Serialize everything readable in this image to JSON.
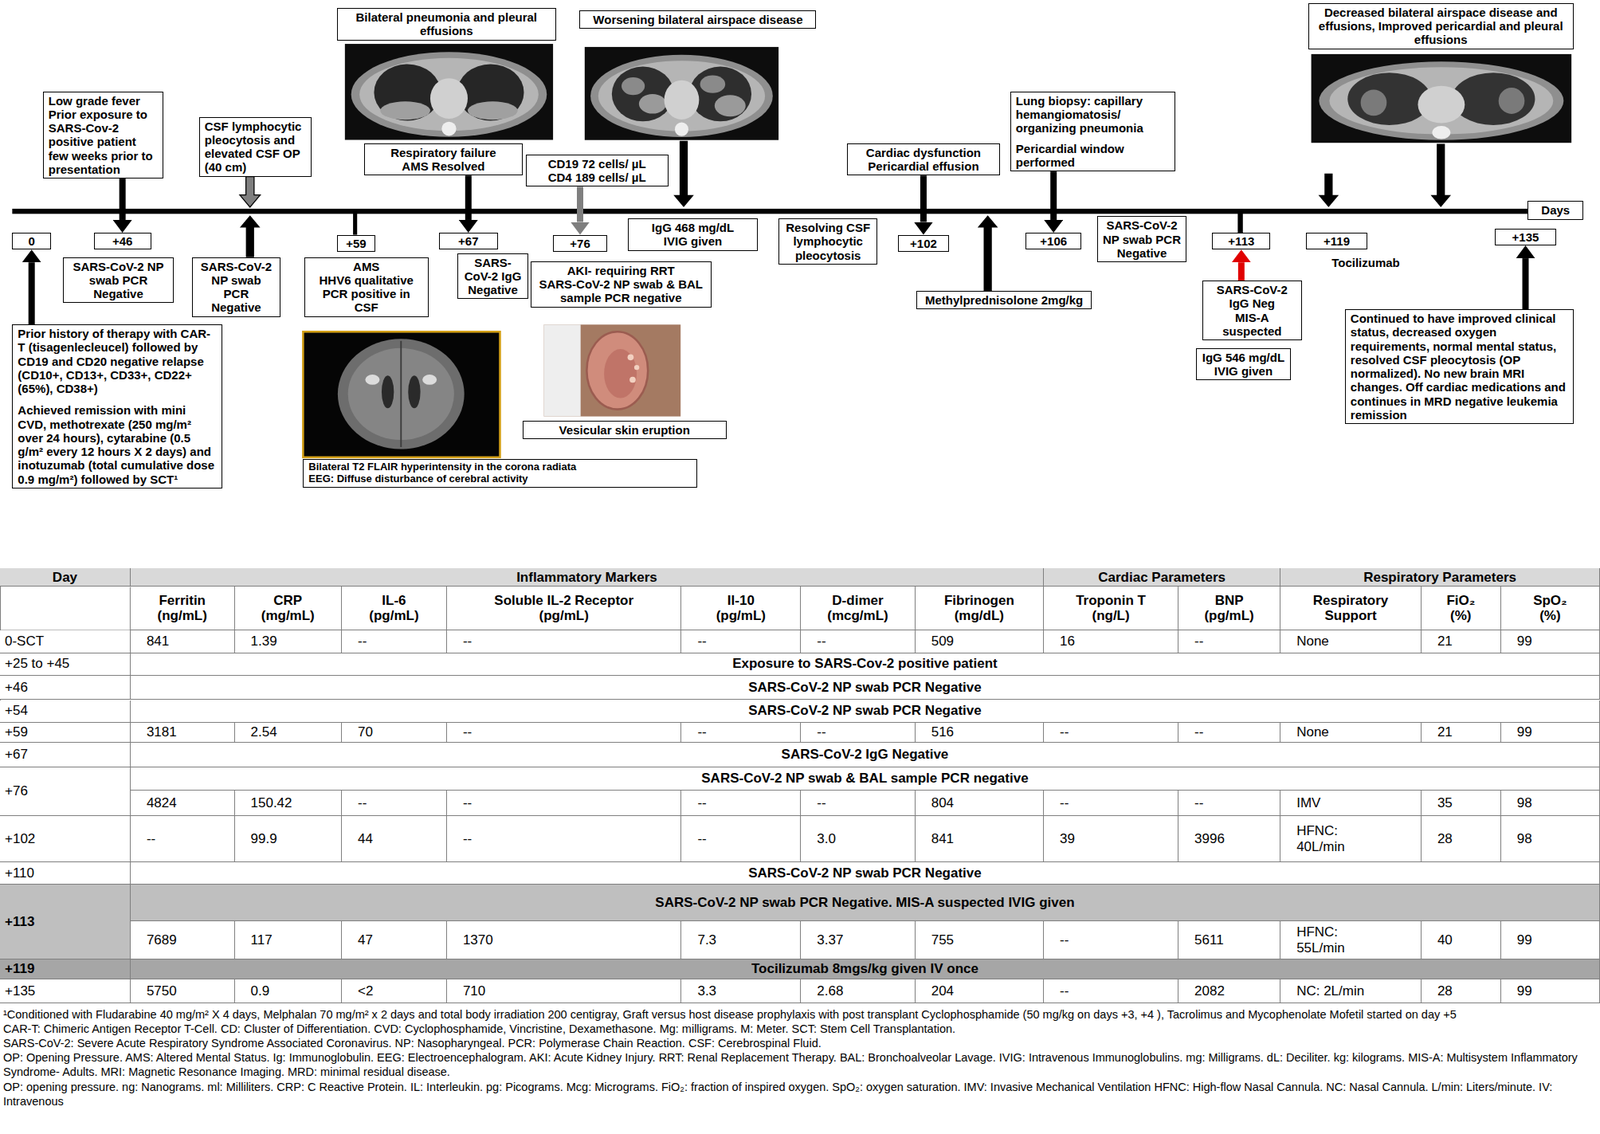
{
  "diagram": {
    "nodes": [
      {
        "text": [
          "Low grade fever",
          "Prior exposure to SARS-Cov-2 positive patient few weeks prior to presentation"
        ]
      },
      {
        "text": [
          "CSF lymphocytic pleocytosis and elevated CSF OP (40 cm)"
        ]
      },
      {
        "text": [
          "Bilateral pneumonia and pleural effusions"
        ]
      },
      {
        "text": [
          "Respiratory failure",
          "AMS Resolved"
        ]
      },
      {
        "text": [
          "CD19 72 cells/ µL",
          "CD4 189 cells/ µL"
        ]
      },
      {
        "text": [
          "Worsening bilateral airspace disease"
        ]
      },
      {
        "text": [
          "Cardiac dysfunction",
          "Pericardial effusion"
        ]
      },
      {
        "text": [
          "Lung biopsy: capillary hemangiomatosis/ organizing pneumonia",
          "Pericardial window performed"
        ]
      },
      {
        "text": [
          "Decreased bilateral airspace disease and effusions, Improved pericardial and pleural effusions"
        ]
      },
      {
        "text": [
          "Days"
        ]
      },
      {
        "text": [
          "0"
        ]
      },
      {
        "text": [
          "+46"
        ]
      },
      {
        "text": [
          "+59"
        ]
      },
      {
        "text": [
          "+67"
        ]
      },
      {
        "text": [
          "+76"
        ]
      },
      {
        "text": [
          "+102"
        ]
      },
      {
        "text": [
          "+106"
        ]
      },
      {
        "text": [
          "+113"
        ]
      },
      {
        "text": [
          "+119"
        ]
      },
      {
        "text": [
          "+135"
        ]
      },
      {
        "text": [
          "SARS-CoV-2 NP swab PCR Negative"
        ]
      },
      {
        "text": [
          "SARS-CoV-2 NP swab PCR Negative"
        ]
      },
      {
        "text": [
          "AMS",
          "HHV6 qualitative PCR positive in CSF"
        ]
      },
      {
        "text": [
          "SARS-CoV-2 IgG Negative"
        ]
      },
      {
        "text": [
          "IgG 468 mg/dL",
          "IVIG given"
        ]
      },
      {
        "text": [
          "AKI- requiring RRT",
          "SARS-CoV-2 NP swab & BAL sample PCR negative"
        ]
      },
      {
        "text": [
          "Resolving CSF lymphocytic pleocytosis"
        ]
      },
      {
        "text": [
          "SARS-CoV-2 NP swab PCR Negative"
        ]
      },
      {
        "text": [
          "Methylprednisolone 2mg/kg"
        ]
      },
      {
        "text": [
          "SARS-CoV-2 IgG Neg",
          "MIS-A suspected"
        ]
      },
      {
        "text": [
          "IgG 546 mg/dL",
          "IVIG given"
        ]
      },
      {
        "text": [
          "Continued to have improved clinical status, decreased oxygen requirements, normal mental status, resolved CSF pleocytosis (OP normalized). No new brain MRI changes. Off cardiac medications and continues in MRD negative leukemia remission"
        ]
      },
      {
        "text": [
          "Prior history of therapy with CAR-T (tisagenlecleucel) followed by CD19 and CD20 negative relapse (CD10+, CD13+, CD33+, CD22+ (65%), CD38+)",
          "Achieved remission with mini CVD, methotrexate (250 mg/m² over 24 hours), cytarabine (0.5 g/m² every 12 hours X 2 days) and inotuzumab (total cumulative dose 0.9 mg/m²) followed by SCT¹"
        ]
      },
      {
        "text": [
          "Bilateral T2 FLAIR hyperintensity in the corona radiata",
          "EEG: Diffuse disturbance of cerebral activity"
        ]
      },
      {
        "text": [
          "Vesicular skin eruption"
        ]
      }
    ],
    "edges": [
      {
        "from": 0,
        "to": 11,
        "arrow": "to"
      },
      {
        "from": 3,
        "to": 13,
        "arrow": "to"
      },
      {
        "from": 4,
        "to": 14,
        "arrow": "to"
      },
      {
        "from": 6,
        "to": 15,
        "arrow": "to"
      },
      {
        "from": 7,
        "to": 16,
        "arrow": "to"
      },
      {
        "from": 29,
        "to": 17,
        "arrow": "to"
      },
      {
        "from": 31,
        "to": 19,
        "arrow": "to"
      },
      {
        "from": 32,
        "to": 10,
        "arrow": "to"
      }
    ],
    "labels": [
      "Tocilizumab",
      "Day",
      "Inflammatory Markers",
      "Cardiac Parameters",
      "Respiratory Parameters",
      "Ferritin (ng/mL)",
      "CRP (mg/mL)",
      "IL-6 (pg/mL)",
      "Soluble IL-2 Receptor (pg/mL)",
      "Il-10 (pg/mL)",
      "D-dimer (mcg/mL)",
      "Fibrinogen (mg/dL)",
      "Troponin T (ng/L)",
      "BNP (pg/mL)",
      "Respiratory Support",
      "FiO₂ (%)",
      "SpO₂ (%)",
      "0-SCT",
      "841",
      "1.39",
      "--",
      "--",
      "--",
      "--",
      "509",
      "16",
      "--",
      "None",
      "21",
      "99",
      "+25 to +45",
      "Exposure to SARS-Cov-2 positive patient",
      "+46",
      "SARS-CoV-2 NP swab PCR Negative",
      "+54",
      "SARS-CoV-2 NP swab PCR Negative",
      "+59",
      "3181",
      "2.54",
      "70",
      "--",
      "--",
      "--",
      "516",
      "--",
      "--",
      "None",
      "21",
      "99",
      "+67",
      "SARS-CoV-2 IgG Negative",
      "+76",
      "SARS-CoV-2 NP swab & BAL sample PCR negative",
      "4824",
      "150.42",
      "--",
      "--",
      "--",
      "--",
      "804",
      "--",
      "--",
      "IMV",
      "35",
      "98",
      "+102",
      "--",
      "99.9",
      "44",
      "--",
      "--",
      "3.0",
      "841",
      "39",
      "3996",
      "HFNC: 40L/min",
      "28",
      "98",
      "+110",
      "SARS-CoV-2 NP swab PCR Negative",
      "+113",
      "SARS-CoV-2 NP swab PCR Negative. MIS-A suspected IVIG given",
      "7689",
      "117",
      "47",
      "1370",
      "7.3",
      "3.37",
      "755",
      "--",
      "5611",
      "HFNC: 55L/min",
      "40",
      "99",
      "+119",
      "Tocilizumab 8mgs/kg given IV once",
      "+135",
      "5750",
      "0.9",
      "<2",
      "710",
      "3.3",
      "2.68",
      "204",
      "--",
      "2082",
      "NC: 2L/min",
      "28",
      "99",
      "¹Conditioned with Fludarabine 40 mg/m² X 4 days, Melphalan 70 mg/m² x 2 days and total body irradiation 200 centigray, Graft versus host disease prophylaxis with post transplant Cyclophosphamide (50 mg/kg on days +3, +4 ), Tacrolimus and Mycophenolate Mofetil started on day +5",
      "CAR-T: Chimeric Antigen Receptor T-Cell. CD: Cluster of Differentiation. CVD: Cyclophosphamide, Vincristine, Dexamethasone. Mg: milligrams. M: Meter. SCT: Stem Cell Transplantation.",
      "SARS-CoV-2: Severe Acute Respiratory Syndrome Associated Coronavirus. NP: Nasopharyngeal. PCR: Polymerase Chain Reaction. CSF: Cerebrospinal Fluid.",
      "OP: Opening Pressure. AMS: Altered Mental Status. Ig: Immunoglobulin. EEG: Electroencephalogram. AKI: Acute Kidney Injury. RRT: Renal Replacement Therapy. BAL: Bronchoalveolar Lavage. IVIG: Intravenous Immunoglobulins. mg: Milligrams. dL: Deciliter. kg: kilograms. MIS-A: Multisystem Inflammatory Syndrome- Adults. MRI: Magnetic Resonance Imaging. MRD: minimal residual disease.",
      "OP: opening pressure. ng: Nanograms. ml: Milliliters. CRP: C Reactive Protein. IL: Interleukin. pg: Picograms. Mcg: Micrograms. FiO₂: fraction of inspired oxygen. SpO₂: oxygen saturation. IMV: Invasive Mechanical Ventilation HFNC: High-flow Nasal Cannula. NC: Nasal Cannula. L/min: Liters/minute. IV: Intravenous"
    ]
  }
}
